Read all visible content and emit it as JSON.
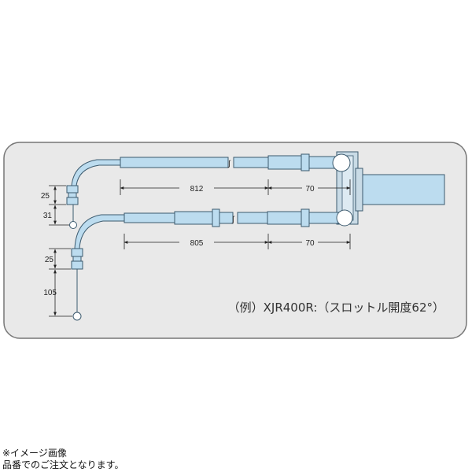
{
  "diagram": {
    "upper_cable": {
      "length_label": "812",
      "end_length_label": "70"
    },
    "lower_cable": {
      "length_label": "805",
      "end_length_label": "70"
    },
    "upper_end": {
      "nut_label": "25",
      "drop_label": "31"
    },
    "lower_end": {
      "nut_label": "25",
      "drop_label": "105"
    },
    "caption": "（例）XJR400R:（スロットル開度62°）",
    "colors": {
      "panel": "#e9e9e9",
      "cable": "#bcdcef",
      "outline": "#3c5a6e"
    }
  },
  "notes": {
    "line1": "※イメージ画像",
    "line2": "品番でのご注文となります。"
  }
}
